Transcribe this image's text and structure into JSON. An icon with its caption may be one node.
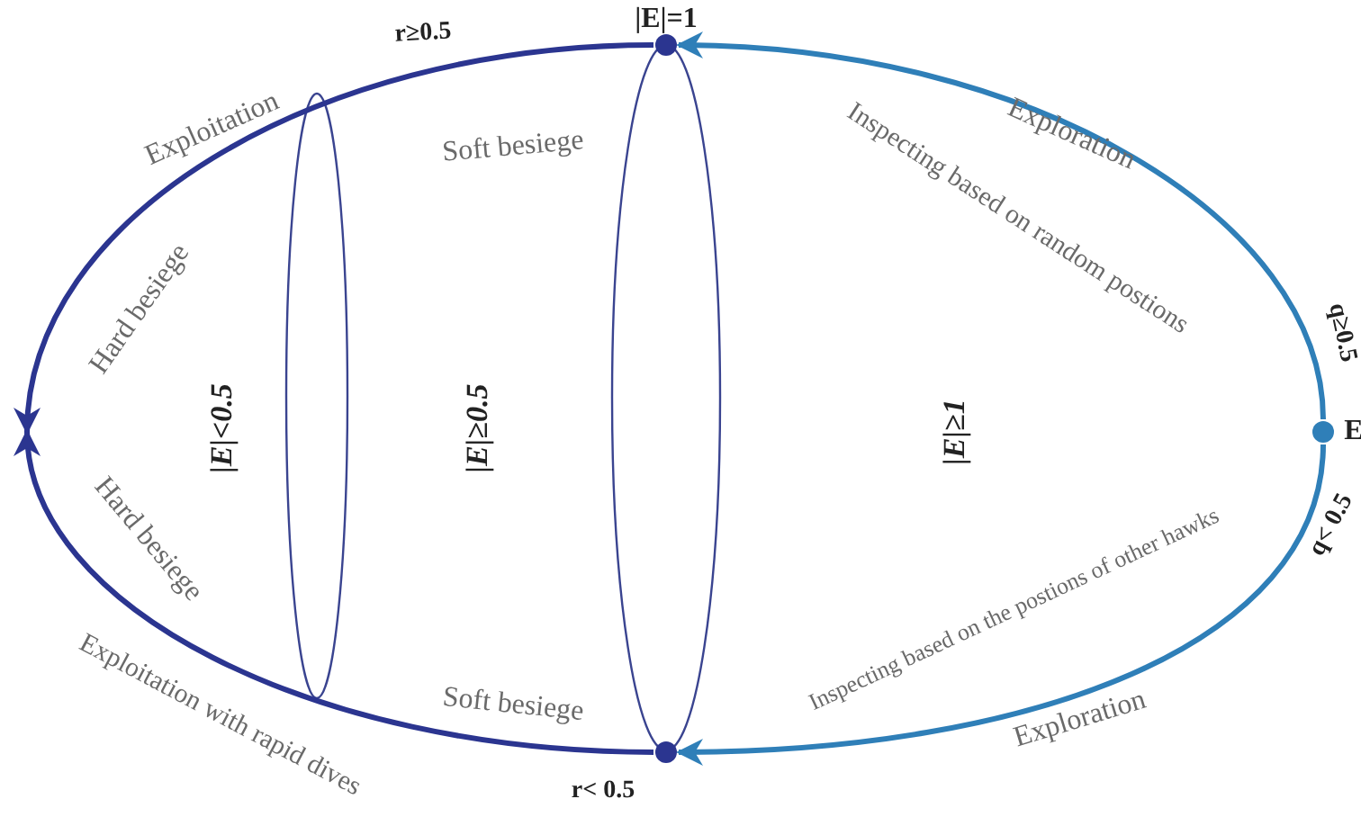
{
  "diagram": {
    "nodes": [
      {
        "text": [],
        "shape": "circle",
        "beside": [
          "|E|=1"
        ]
      },
      {
        "text": [],
        "shape": "circle",
        "beside": [
          "E"
        ]
      },
      {
        "text": [],
        "shape": "circle"
      }
    ],
    "edges": [
      {
        "from": 1,
        "to": 0,
        "arrow": "to",
        "label": "Exploration",
        "color": "#2f7fb8"
      },
      {
        "from": 0,
        "to": null,
        "arrow": "to",
        "label": "Exploitation"
      },
      {
        "from": 1,
        "to": 2,
        "arrow": "to",
        "label": "Exploration",
        "color": "#2f7fb8"
      },
      {
        "from": 2,
        "to": null,
        "arrow": "to",
        "label": "Exploitation with rapid dives"
      }
    ],
    "labels": [
      "r≥0.5",
      "Soft besiege",
      "Inspecting based on random postions",
      "q≥0.5",
      "Hard besiege",
      "|E|<0.5",
      "|E|≥0.5",
      "|E|≥1",
      "q< 0.5",
      "Hard besiege",
      "Inspecting based on the postions of other hawks",
      "Soft besiege",
      "r< 0.5"
    ]
  }
}
